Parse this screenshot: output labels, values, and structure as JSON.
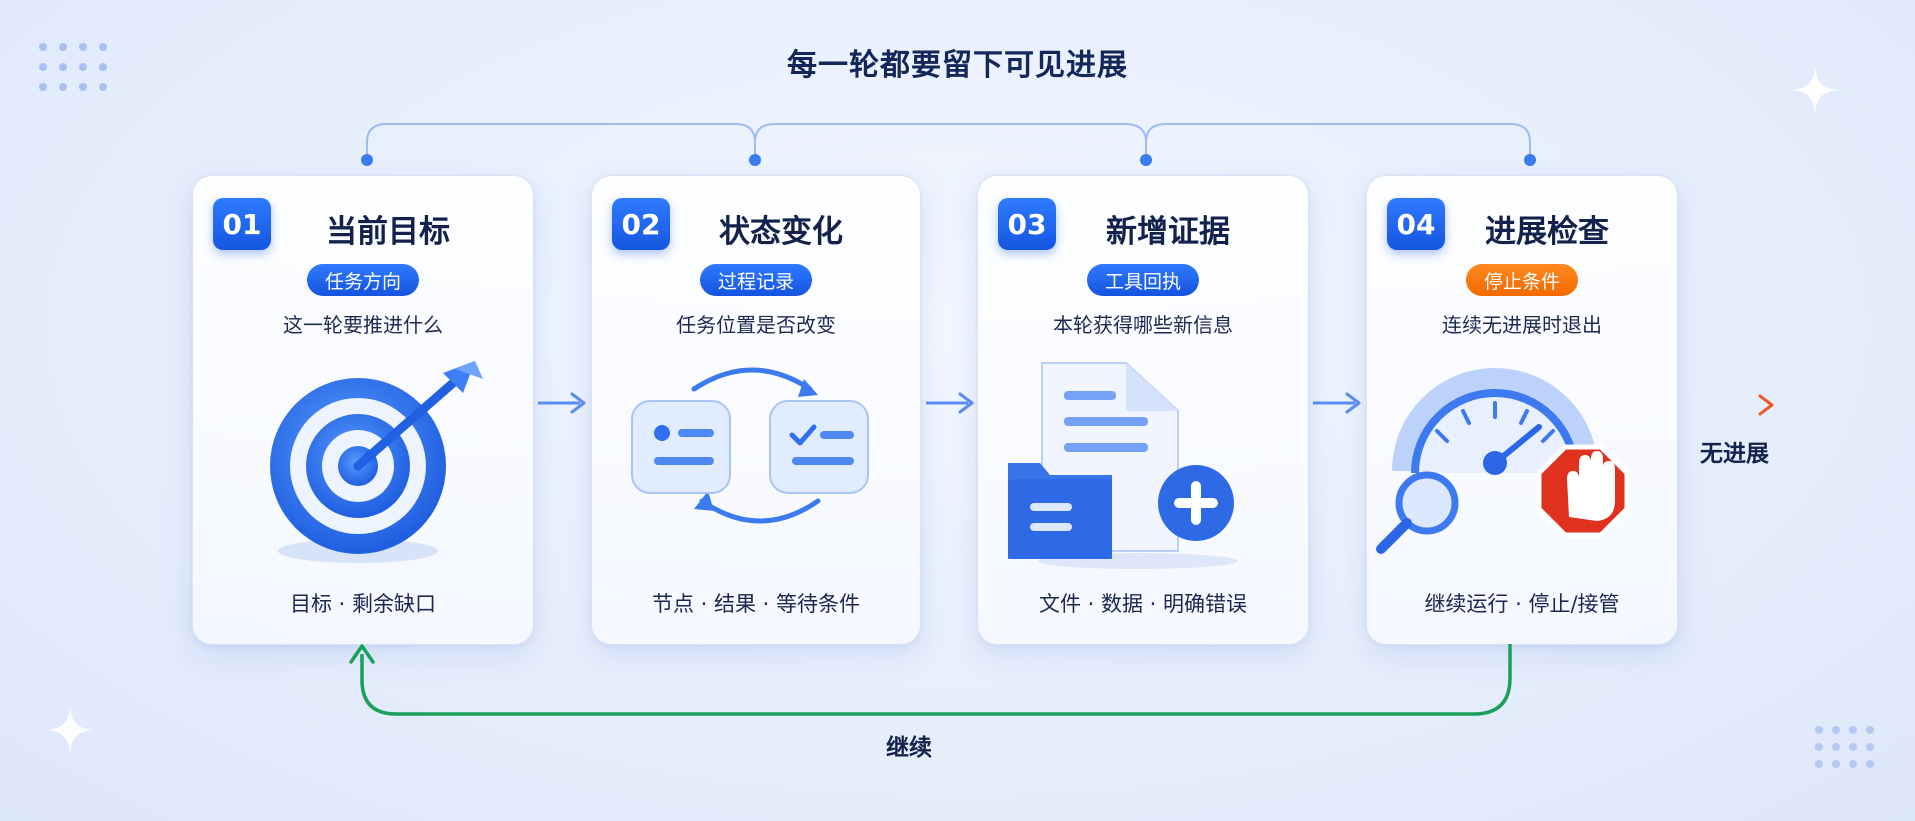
{
  "title": "每一轮都要留下可见进展",
  "cards": [
    {
      "num": "01",
      "title": "当前目标",
      "tag": "任务方向",
      "tag_color": "#1e63f0",
      "desc": "这一轮要推进什么",
      "footer": "目标  ·  剩余缺口",
      "icon": "target-icon"
    },
    {
      "num": "02",
      "title": "状态变化",
      "tag": "过程记录",
      "tag_color": "#1e63f0",
      "desc": "任务位置是否改变",
      "footer": "节点  ·  结果  ·  等待条件",
      "icon": "state-cycle-icon"
    },
    {
      "num": "03",
      "title": "新增证据",
      "tag": "工具回执",
      "tag_color": "#1e63f0",
      "desc": "本轮获得哪些新信息",
      "footer": "文件  ·  数据  ·  明确错误",
      "icon": "document-add-icon"
    },
    {
      "num": "04",
      "title": "进展检查",
      "tag": "停止条件",
      "tag_color": "#f27300",
      "desc": "连续无进展时退出",
      "footer": "继续运行  ·  停止/接管",
      "icon": "gauge-stop-icon"
    }
  ],
  "no_progress_label": "无进展",
  "continue_label": "继续",
  "colors": {
    "accent": "#1e63f0",
    "continue": "#1aa05a",
    "stop": "#f26a3a",
    "flow": "#5b8cf0"
  }
}
